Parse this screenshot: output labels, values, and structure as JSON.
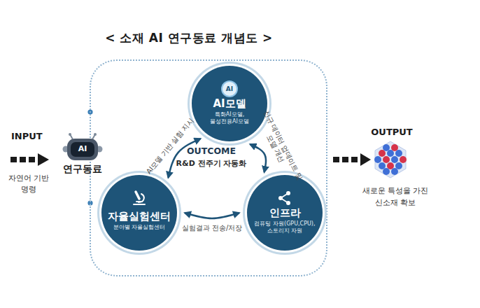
{
  "diagram": {
    "title": "< 소재 AI 연구동료 개념도 >",
    "nodes": [
      {
        "text": [
          "AI",
          "연구동료"
        ]
      },
      {
        "text": [
          "OUTCOME",
          "R&D 전주기 자동화"
        ]
      },
      {
        "text": [
          "AI",
          "AI모델",
          "특화AI모델, 물성전용AI모델"
        ],
        "in": 1
      },
      {
        "text": [
          "자율실험센터",
          "분야별 자율실험센터"
        ],
        "in": 1
      },
      {
        "text": [
          "인프라",
          "컴퓨팅 자원(GPU,CPU), 스토리지 자원"
        ],
        "in": 1
      }
    ],
    "edges": [
      {
        "from": 2,
        "to": 3,
        "arrow": "both",
        "label": "AI모델 기반 실험 지시"
      },
      {
        "from": 2,
        "to": 4,
        "arrow": "both",
        "label": "신규 데이터 업데이트 및 모델 개선"
      },
      {
        "from": 3,
        "to": 4,
        "arrow": "both",
        "label": "실험결과 전송/저장"
      }
    ],
    "labels": [
      "INPUT",
      "자연어 기반 명령",
      "OUTPUT",
      "새로운 특성을 가진 신소재 확보"
    ]
  }
}
